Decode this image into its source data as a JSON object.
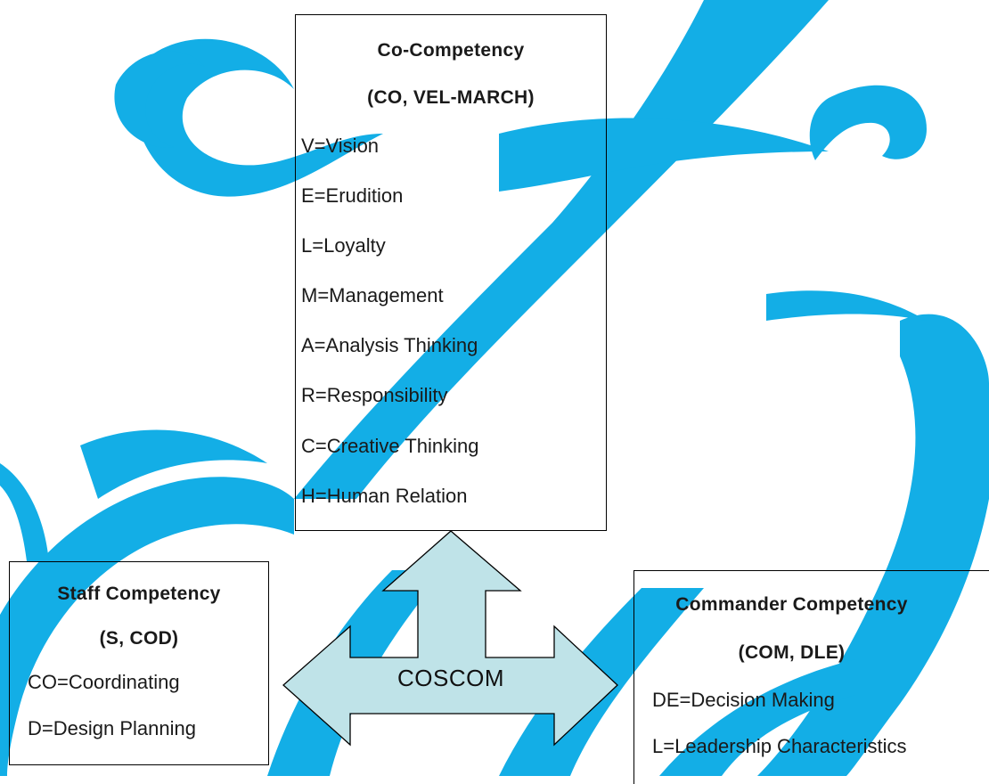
{
  "co_competency": {
    "title": "Co-Competency",
    "subtitle": "(CO, VEL-MARCH)",
    "items": [
      "V=Vision",
      "E=Erudition",
      "L=Loyalty",
      "M=Management",
      "A=Analysis Thinking",
      "R=Responsibility",
      "C=Creative Thinking",
      "H=Human Relation"
    ]
  },
  "staff_competency": {
    "title": "Staff Competency",
    "subtitle": "(S, COD)",
    "items": [
      "CO=Coordinating",
      "D=Design Planning"
    ]
  },
  "commander_competency": {
    "title": "Commander Competency",
    "subtitle": "(COM, DLE)",
    "items": [
      "DE=Decision Making",
      "L=Leadership Characteristics"
    ]
  },
  "center": {
    "label": "COSCOM"
  },
  "colors": {
    "background_swash": "#13aee6",
    "arrow_fill": "#bfe3e8",
    "arrow_stroke": "#000000",
    "box_border": "#000000"
  }
}
